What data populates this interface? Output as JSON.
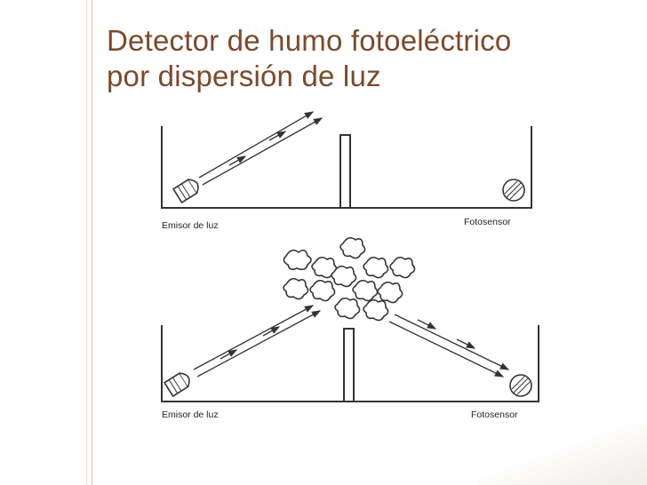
{
  "slide": {
    "title_line1": "Detector de humo fotoeléctrico",
    "title_line2": "por dispersión de luz",
    "title_color": "#7a4a2a"
  },
  "diagram_top": {
    "emitter_label": "Emisor de luz",
    "sensor_label": "Fotosensor"
  },
  "diagram_bottom": {
    "emitter_label": "Emisor de luz",
    "sensor_label": "Fotosensor"
  }
}
